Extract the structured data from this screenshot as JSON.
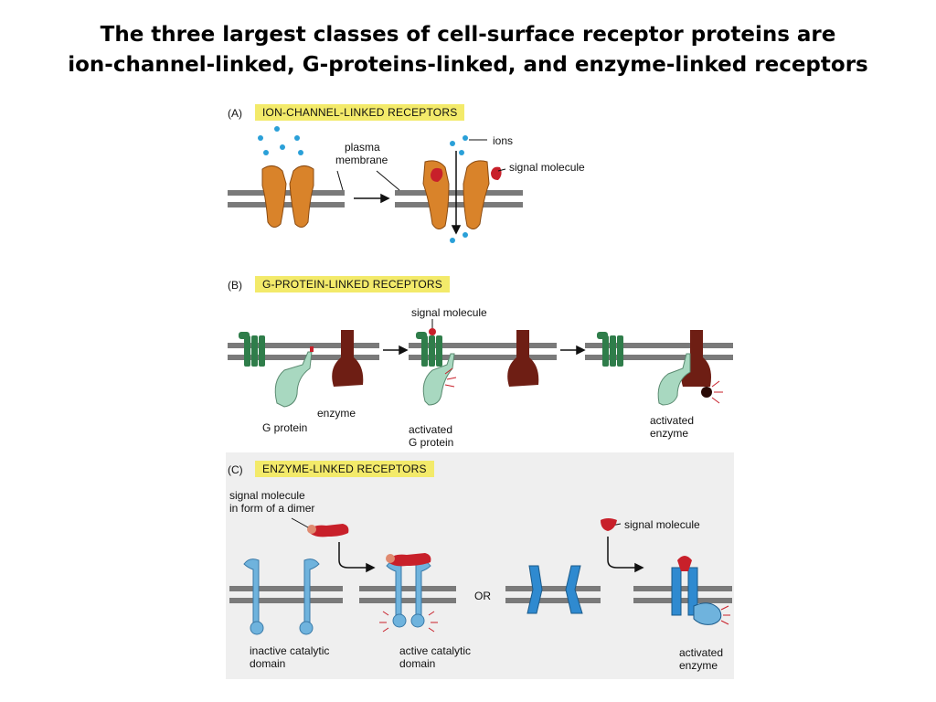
{
  "title": {
    "line1": "The three largest classes of cell-surface receptor proteins are",
    "line2": "ion-channel-linked, G-proteins-linked, and enzyme-linked receptors"
  },
  "panel_a": {
    "letter": "(A)",
    "heading": "ION-CHANNEL-LINKED  RECEPTORS",
    "labels": {
      "plasma_membrane_1": "plasma",
      "plasma_membrane_2": "membrane",
      "ions": "ions",
      "signal_molecule": "signal molecule"
    }
  },
  "panel_b": {
    "letter": "(B)",
    "heading": "G-PROTEIN-LINKED  RECEPTORS",
    "labels": {
      "signal_molecule": "signal molecule",
      "enzyme": "enzyme",
      "g_protein": "G protein",
      "activated_g_protein_1": "activated",
      "activated_g_protein_2": "G protein",
      "activated_enzyme_1": "activated",
      "activated_enzyme_2": "enzyme"
    }
  },
  "panel_c": {
    "letter": "(C)",
    "heading": "ENZYME-LINKED  RECEPTORS",
    "labels": {
      "signal_dimer_1": "signal molecule",
      "signal_dimer_2": "in form of a dimer",
      "signal_molecule": "signal molecule",
      "or": "OR",
      "inactive_1": "inactive catalytic",
      "inactive_2": "domain",
      "active_1": "active catalytic",
      "active_2": "domain",
      "activated_enzyme_1": "activated",
      "activated_enzyme_2": "enzyme"
    }
  },
  "colors": {
    "ion_channel": "#d9832a",
    "signal_red": "#c8202a",
    "ion_blue": "#2aa0d8",
    "membrane_gray": "#7a7a7a",
    "receptor_green": "#2f7d4a",
    "g_protein_mint": "#a8d8c0",
    "enzyme_brown": "#6e1e14",
    "enzyme_receptor_blue": "#6fb3dd",
    "heading_yellow": "#f3ea6a"
  }
}
